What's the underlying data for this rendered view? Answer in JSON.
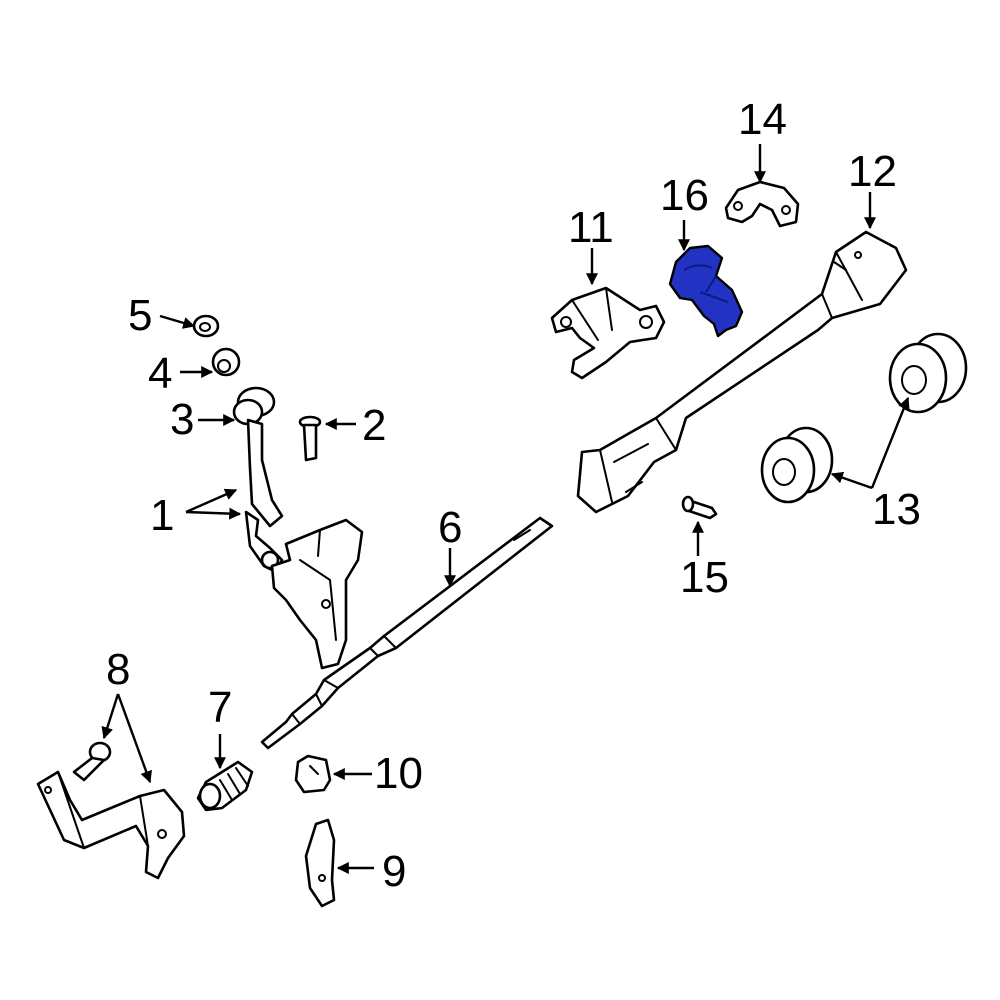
{
  "diagram": {
    "highlight_color": "#2233c4",
    "callouts": [
      {
        "id": "1",
        "label": "1"
      },
      {
        "id": "2",
        "label": "2"
      },
      {
        "id": "3",
        "label": "3"
      },
      {
        "id": "4",
        "label": "4"
      },
      {
        "id": "5",
        "label": "5"
      },
      {
        "id": "6",
        "label": "6"
      },
      {
        "id": "7",
        "label": "7"
      },
      {
        "id": "8",
        "label": "8"
      },
      {
        "id": "9",
        "label": "9"
      },
      {
        "id": "10",
        "label": "10"
      },
      {
        "id": "11",
        "label": "11"
      },
      {
        "id": "12",
        "label": "12"
      },
      {
        "id": "13",
        "label": "13"
      },
      {
        "id": "14",
        "label": "14"
      },
      {
        "id": "15",
        "label": "15"
      },
      {
        "id": "16",
        "label": "16"
      }
    ]
  }
}
